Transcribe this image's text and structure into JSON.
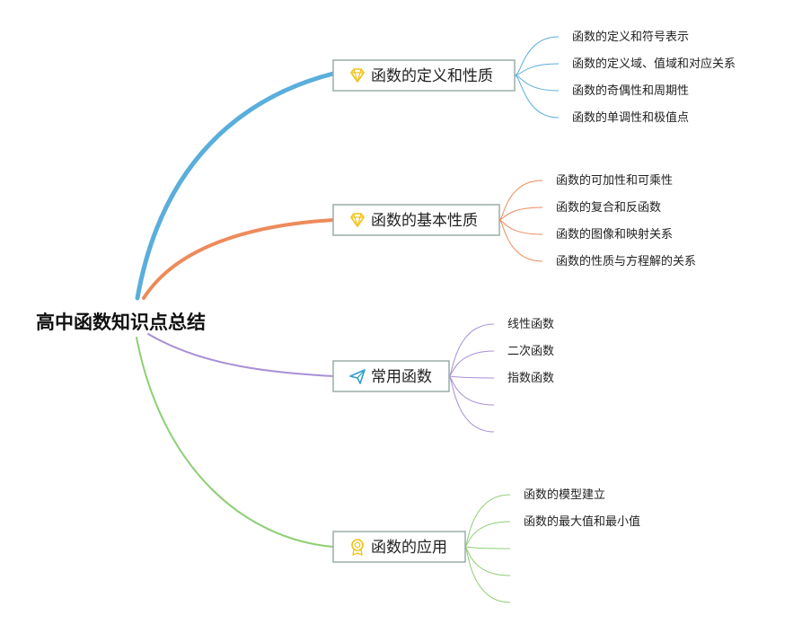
{
  "root": {
    "label": "高中函数知识点总结"
  },
  "branches": [
    {
      "label": "函数的定义和性质",
      "icon": "diamond-icon",
      "color": "#5aaedc",
      "children": [
        "函数的定义和符号表示",
        "函数的定义域、值域和对应关系",
        "函数的奇偶性和周期性",
        "函数的单调性和极值点"
      ]
    },
    {
      "label": "函数的基本性质",
      "icon": "diamond-icon",
      "color": "#ee8a5a",
      "children": [
        "函数的可加性和可乘性",
        "函数的复合和反函数",
        "函数的图像和映射关系",
        "函数的性质与方程解的关系"
      ]
    },
    {
      "label": "常用函数",
      "icon": "paper-plane-icon",
      "color": "#a88fd6",
      "children": [
        "线性函数",
        "二次函数",
        "指数函数",
        "",
        ""
      ]
    },
    {
      "label": "函数的应用",
      "icon": "medal-icon",
      "color": "#8dcf74",
      "children": [
        "函数的模型建立",
        "函数的最大值和最小值",
        "",
        "",
        ""
      ]
    }
  ],
  "icon_colors": {
    "diamond": "#f2c21b",
    "paper_plane": "#2f9ec8",
    "medal": "#f2c21b"
  }
}
